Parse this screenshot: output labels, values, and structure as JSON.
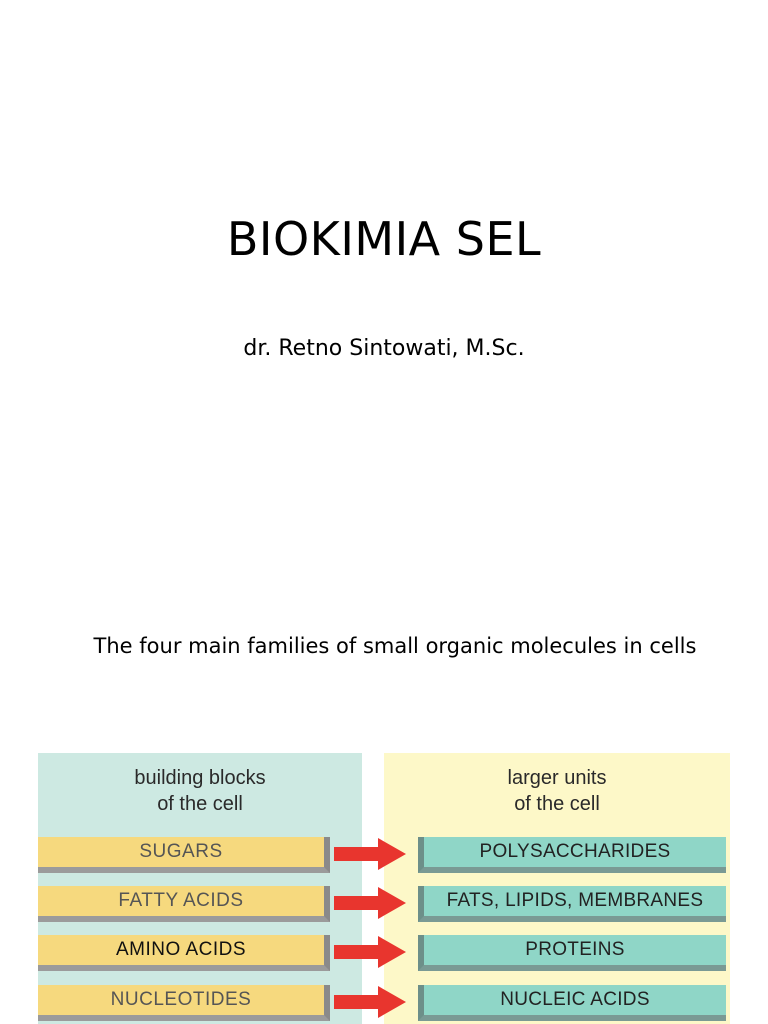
{
  "slide": {
    "title": "BIOKIMIA SEL",
    "subtitle": "dr. Retno Sintowati, M.Sc.",
    "caption": "The four main families of small organic molecules in cells"
  },
  "figure": {
    "left_header": [
      "building blocks",
      "of the cell"
    ],
    "right_header": [
      "larger units",
      "of the cell"
    ],
    "rows": [
      {
        "building_block": "SUGARS",
        "larger_unit": "POLYSACCHARIDES"
      },
      {
        "building_block": "FATTY ACIDS",
        "larger_unit": "FATS, LIPIDS, MEMBRANES"
      },
      {
        "building_block": "AMINO ACIDS",
        "larger_unit": "PROTEINS"
      },
      {
        "building_block": "NUCLEOTIDES",
        "larger_unit": "NUCLEIC ACIDS"
      }
    ],
    "colors": {
      "left_panel": "#cde9e2",
      "right_panel": "#fdf8c8",
      "building_block_box": "#f6d97e",
      "larger_unit_box": "#8fd6c7",
      "arrow": "#e8352e"
    }
  }
}
